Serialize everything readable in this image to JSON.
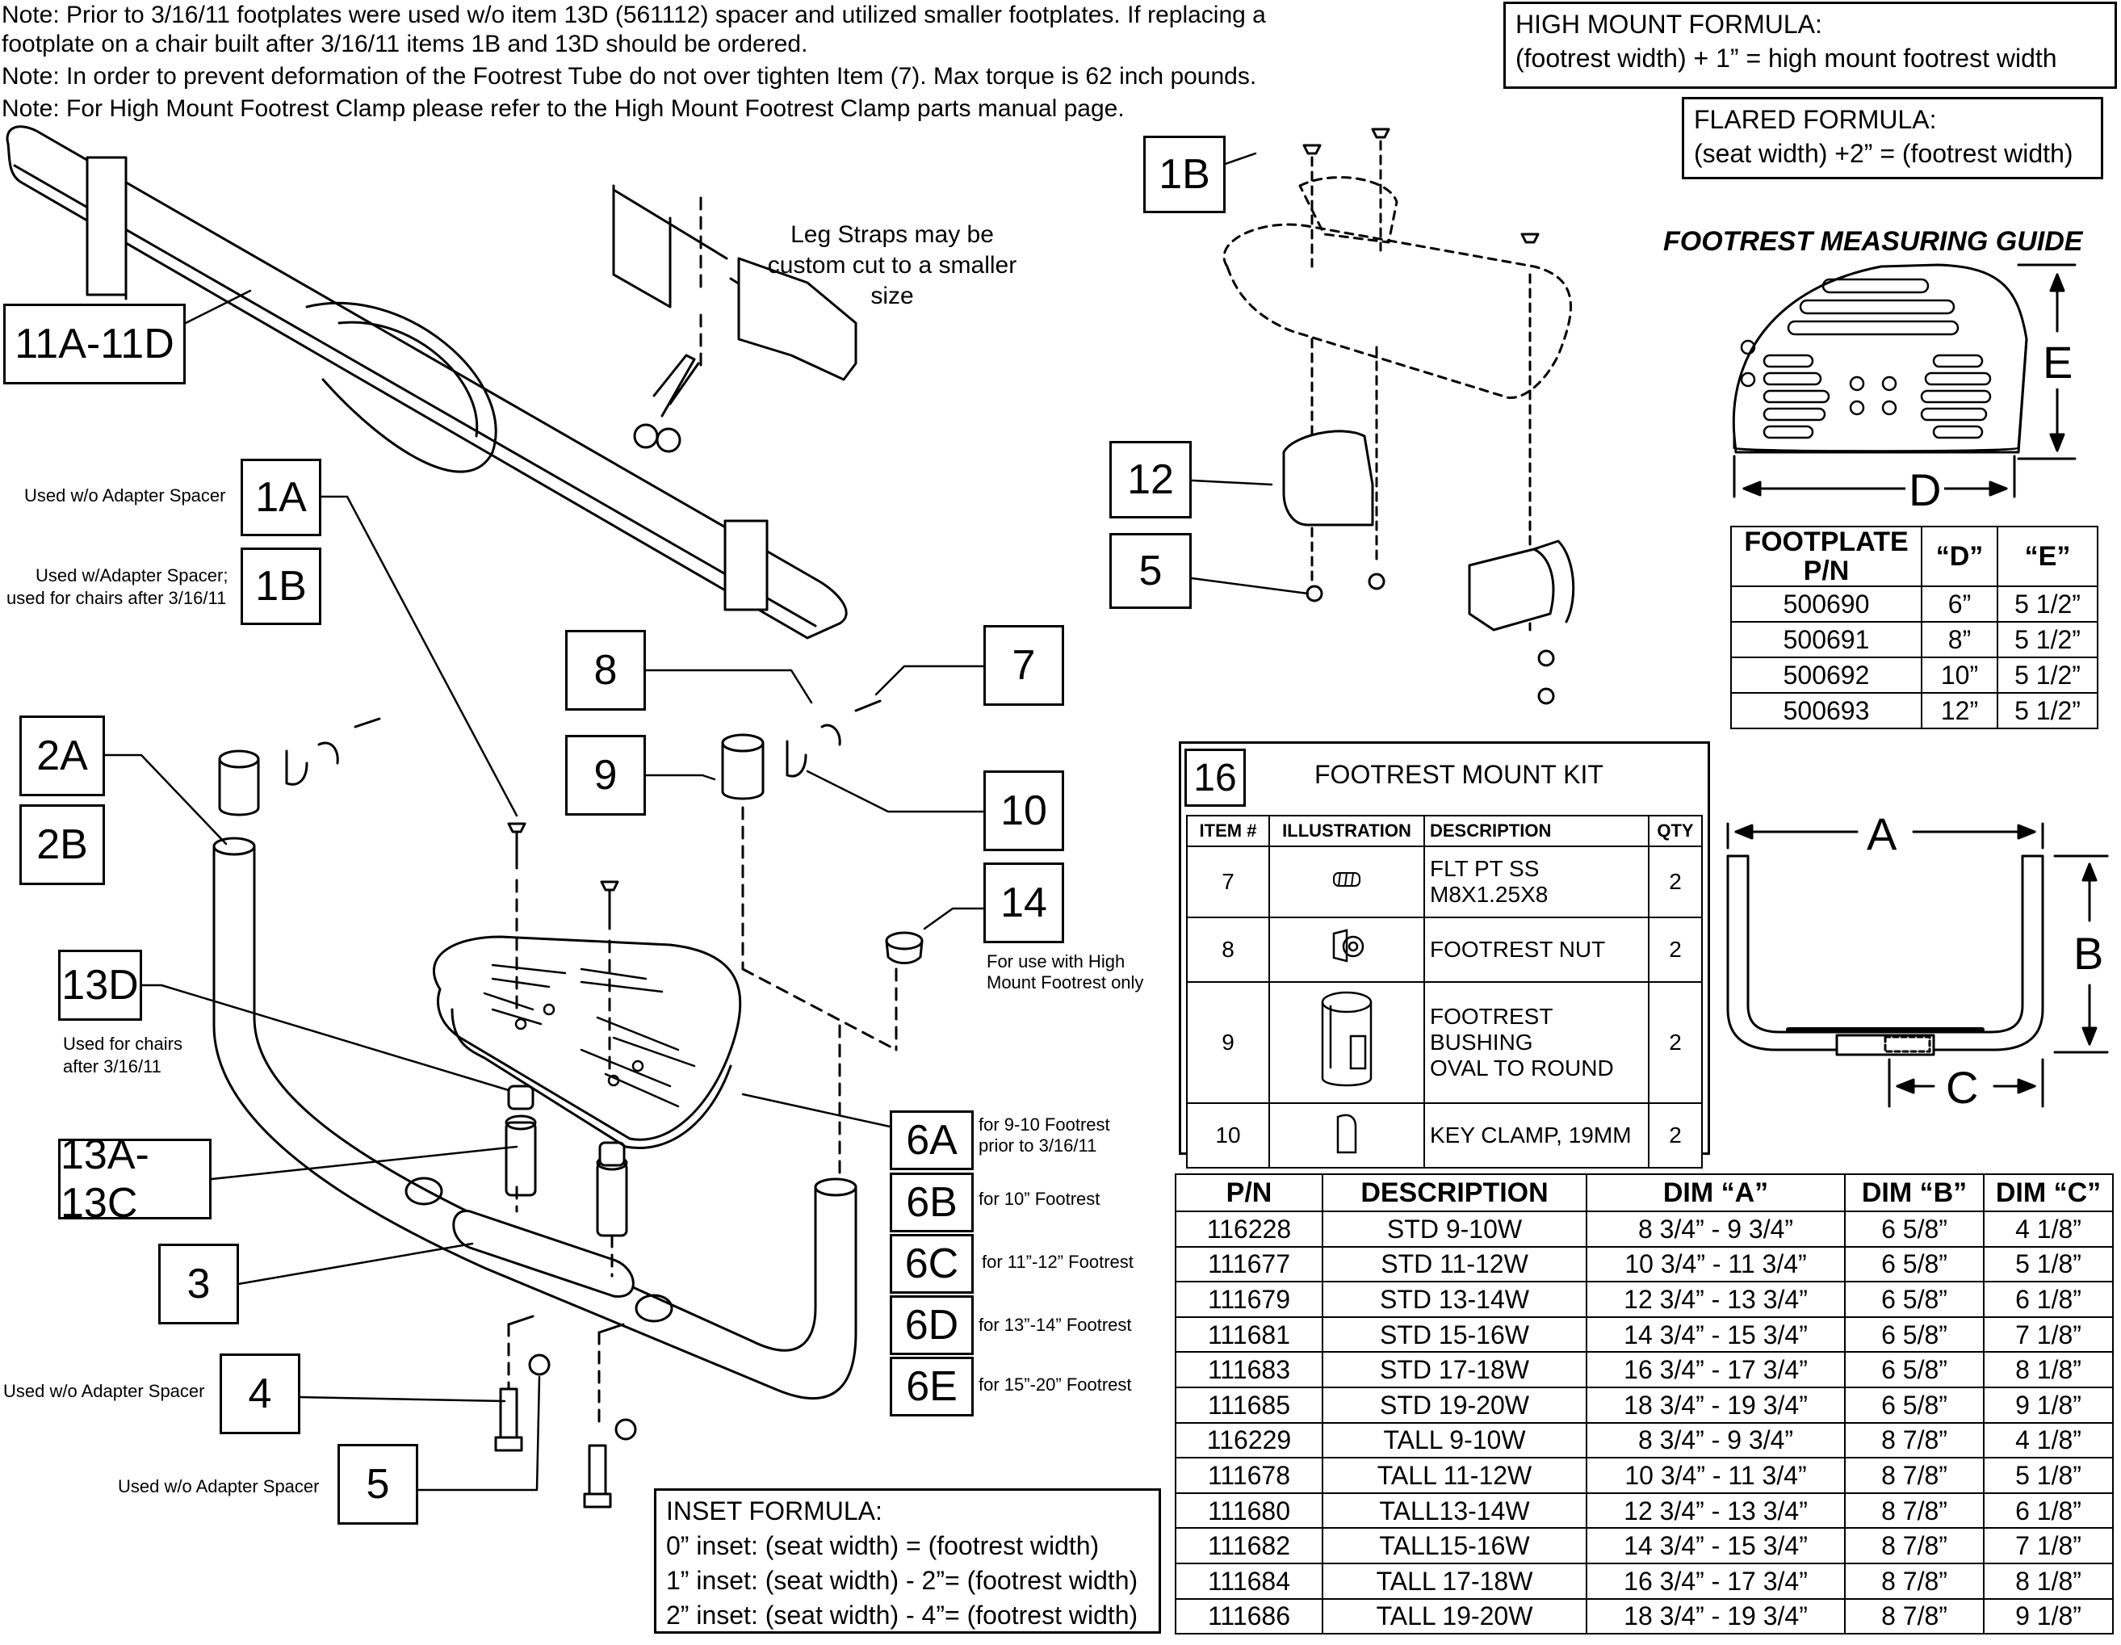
{
  "notes": [
    "Note: Prior to 3/16/11 footplates were used w/o item 13D (561112) spacer and utilized smaller footplates. If replacing a",
    "footplate on a chair built after 3/16/11 items 1B and 13D should be ordered.",
    "Note: In order to prevent deformation of the Footrest Tube do not over tighten Item (7). Max torque is 62 inch pounds.",
    "Note: For High Mount Footrest Clamp please refer to the High Mount Footrest Clamp parts manual page."
  ],
  "high_mount": {
    "title": "HIGH MOUNT FORMULA:",
    "formula": "(footrest width) + 1” = high mount footrest width"
  },
  "flared": {
    "title": "FLARED FORMULA:",
    "formula": "(seat width) +2”  = (footrest width)"
  },
  "inset": {
    "title": "INSET FORMULA:",
    "lines": [
      "0” inset: (seat width)      = (footrest width)",
      "1” inset: (seat width) - 2”= (footrest width)",
      "2” inset: (seat width) - 4”= (footrest width)"
    ]
  },
  "measuring_guide": {
    "title": "FOOTREST MEASURING GUIDE",
    "d_label": "D",
    "e_label": "E"
  },
  "frame_dims": {
    "a": "A",
    "b": "B",
    "c": "C"
  },
  "leg_strap_note": "Leg Straps may be custom cut to a smaller size",
  "callouts": {
    "c11": "11A-11D",
    "c1a": "1A",
    "c1b": "1B",
    "c1b_top": "1B",
    "c2a": "2A",
    "c2b": "2B",
    "c8": "8",
    "c7": "7",
    "c9": "9",
    "c10": "10",
    "c14": "14",
    "c13d": "13D",
    "c13ac": "13A-13C",
    "c3": "3",
    "c4": "4",
    "c5": "5",
    "c5_top": "5",
    "c12": "12",
    "c6a": "6A",
    "c6b": "6B",
    "c6c": "6C",
    "c6d": "6D",
    "c6e": "6E"
  },
  "captions": {
    "used_wo_adapter_1a": "Used w/o Adapter Spacer",
    "used_w_adapter_1b": "Used w/Adapter Spacer;",
    "used_w_adapter_1b_2": "used for chairs after 3/16/11",
    "high_mount_only": "For use with High",
    "high_mount_only_2": "Mount Footrest only",
    "used_for_chairs": "Used for chairs",
    "used_for_chairs_2": "after 3/16/11",
    "used_wo_adapter_4": "Used w/o Adapter Spacer",
    "used_wo_adapter_5": "Used w/o Adapter Spacer",
    "for_6a": "for 9-10 Footrest",
    "for_6a_2": "prior to 3/16/11",
    "for_6b": "for 10” Footrest",
    "for_6c": "for 11”-12” Footrest",
    "for_6d": "for 13”-14” Footrest",
    "for_6e": "for 15”-20” Footrest"
  },
  "footplate_table": {
    "headers": [
      "FOOTPLATE P/N",
      "“D”",
      "“E”"
    ],
    "rows": [
      [
        "500690",
        "6”",
        "5 1/2”"
      ],
      [
        "500691",
        "8”",
        "5 1/2”"
      ],
      [
        "500692",
        "10”",
        "5 1/2”"
      ],
      [
        "500693",
        "12”",
        "5 1/2”"
      ]
    ]
  },
  "mount_kit": {
    "number": "16",
    "title": "FOOTREST MOUNT KIT",
    "headers": [
      "ITEM #",
      "ILLUSTRATION",
      "DESCRIPTION",
      "QTY"
    ],
    "rows": [
      {
        "item": "7",
        "desc1": "FLT PT SS",
        "desc2": "M8X1.25X8",
        "desc3": "",
        "qty": "2"
      },
      {
        "item": "8",
        "desc1": "FOOTREST NUT",
        "desc2": "",
        "desc3": "",
        "qty": "2"
      },
      {
        "item": "9",
        "desc1": "FOOTREST",
        "desc2": "BUSHING",
        "desc3": "OVAL TO ROUND",
        "qty": "2"
      },
      {
        "item": "10",
        "desc1": "KEY CLAMP, 19MM",
        "desc2": "",
        "desc3": "",
        "qty": "2"
      }
    ]
  },
  "parts_table": {
    "headers": [
      "P/N",
      "DESCRIPTION",
      "DIM “A”",
      "DIM “B”",
      "DIM “C”"
    ],
    "rows": [
      [
        "116228",
        "STD 9-10W",
        "8 3/4” - 9 3/4”",
        "6 5/8”",
        "4 1/8”"
      ],
      [
        "111677",
        "STD 11-12W",
        "10 3/4” - 11 3/4”",
        "6 5/8”",
        "5 1/8”"
      ],
      [
        "111679",
        "STD 13-14W",
        "12 3/4” - 13 3/4”",
        "6 5/8”",
        "6 1/8”"
      ],
      [
        "111681",
        "STD 15-16W",
        "14 3/4” - 15 3/4”",
        "6 5/8”",
        "7 1/8”"
      ],
      [
        "111683",
        "STD 17-18W",
        "16 3/4” - 17 3/4”",
        "6 5/8”",
        "8 1/8”"
      ],
      [
        "111685",
        "STD 19-20W",
        "18 3/4” - 19 3/4”",
        "6 5/8”",
        "9 1/8”"
      ],
      [
        "116229",
        "TALL 9-10W",
        "8 3/4” - 9 3/4”",
        "8 7/8”",
        "4 1/8”"
      ],
      [
        "111678",
        "TALL 11-12W",
        "10 3/4” - 11 3/4”",
        "8 7/8”",
        "5 1/8”"
      ],
      [
        "111680",
        "TALL13-14W",
        "12 3/4” - 13 3/4”",
        "8 7/8”",
        "6 1/8”"
      ],
      [
        "111682",
        "TALL15-16W",
        "14 3/4” - 15 3/4”",
        "8 7/8”",
        "7 1/8”"
      ],
      [
        "111684",
        "TALL 17-18W",
        "16 3/4” - 17 3/4”",
        "8 7/8”",
        "8 1/8”"
      ],
      [
        "111686",
        "TALL 19-20W",
        "18 3/4” - 19 3/4”",
        "8 7/8”",
        "9 1/8”"
      ]
    ]
  }
}
